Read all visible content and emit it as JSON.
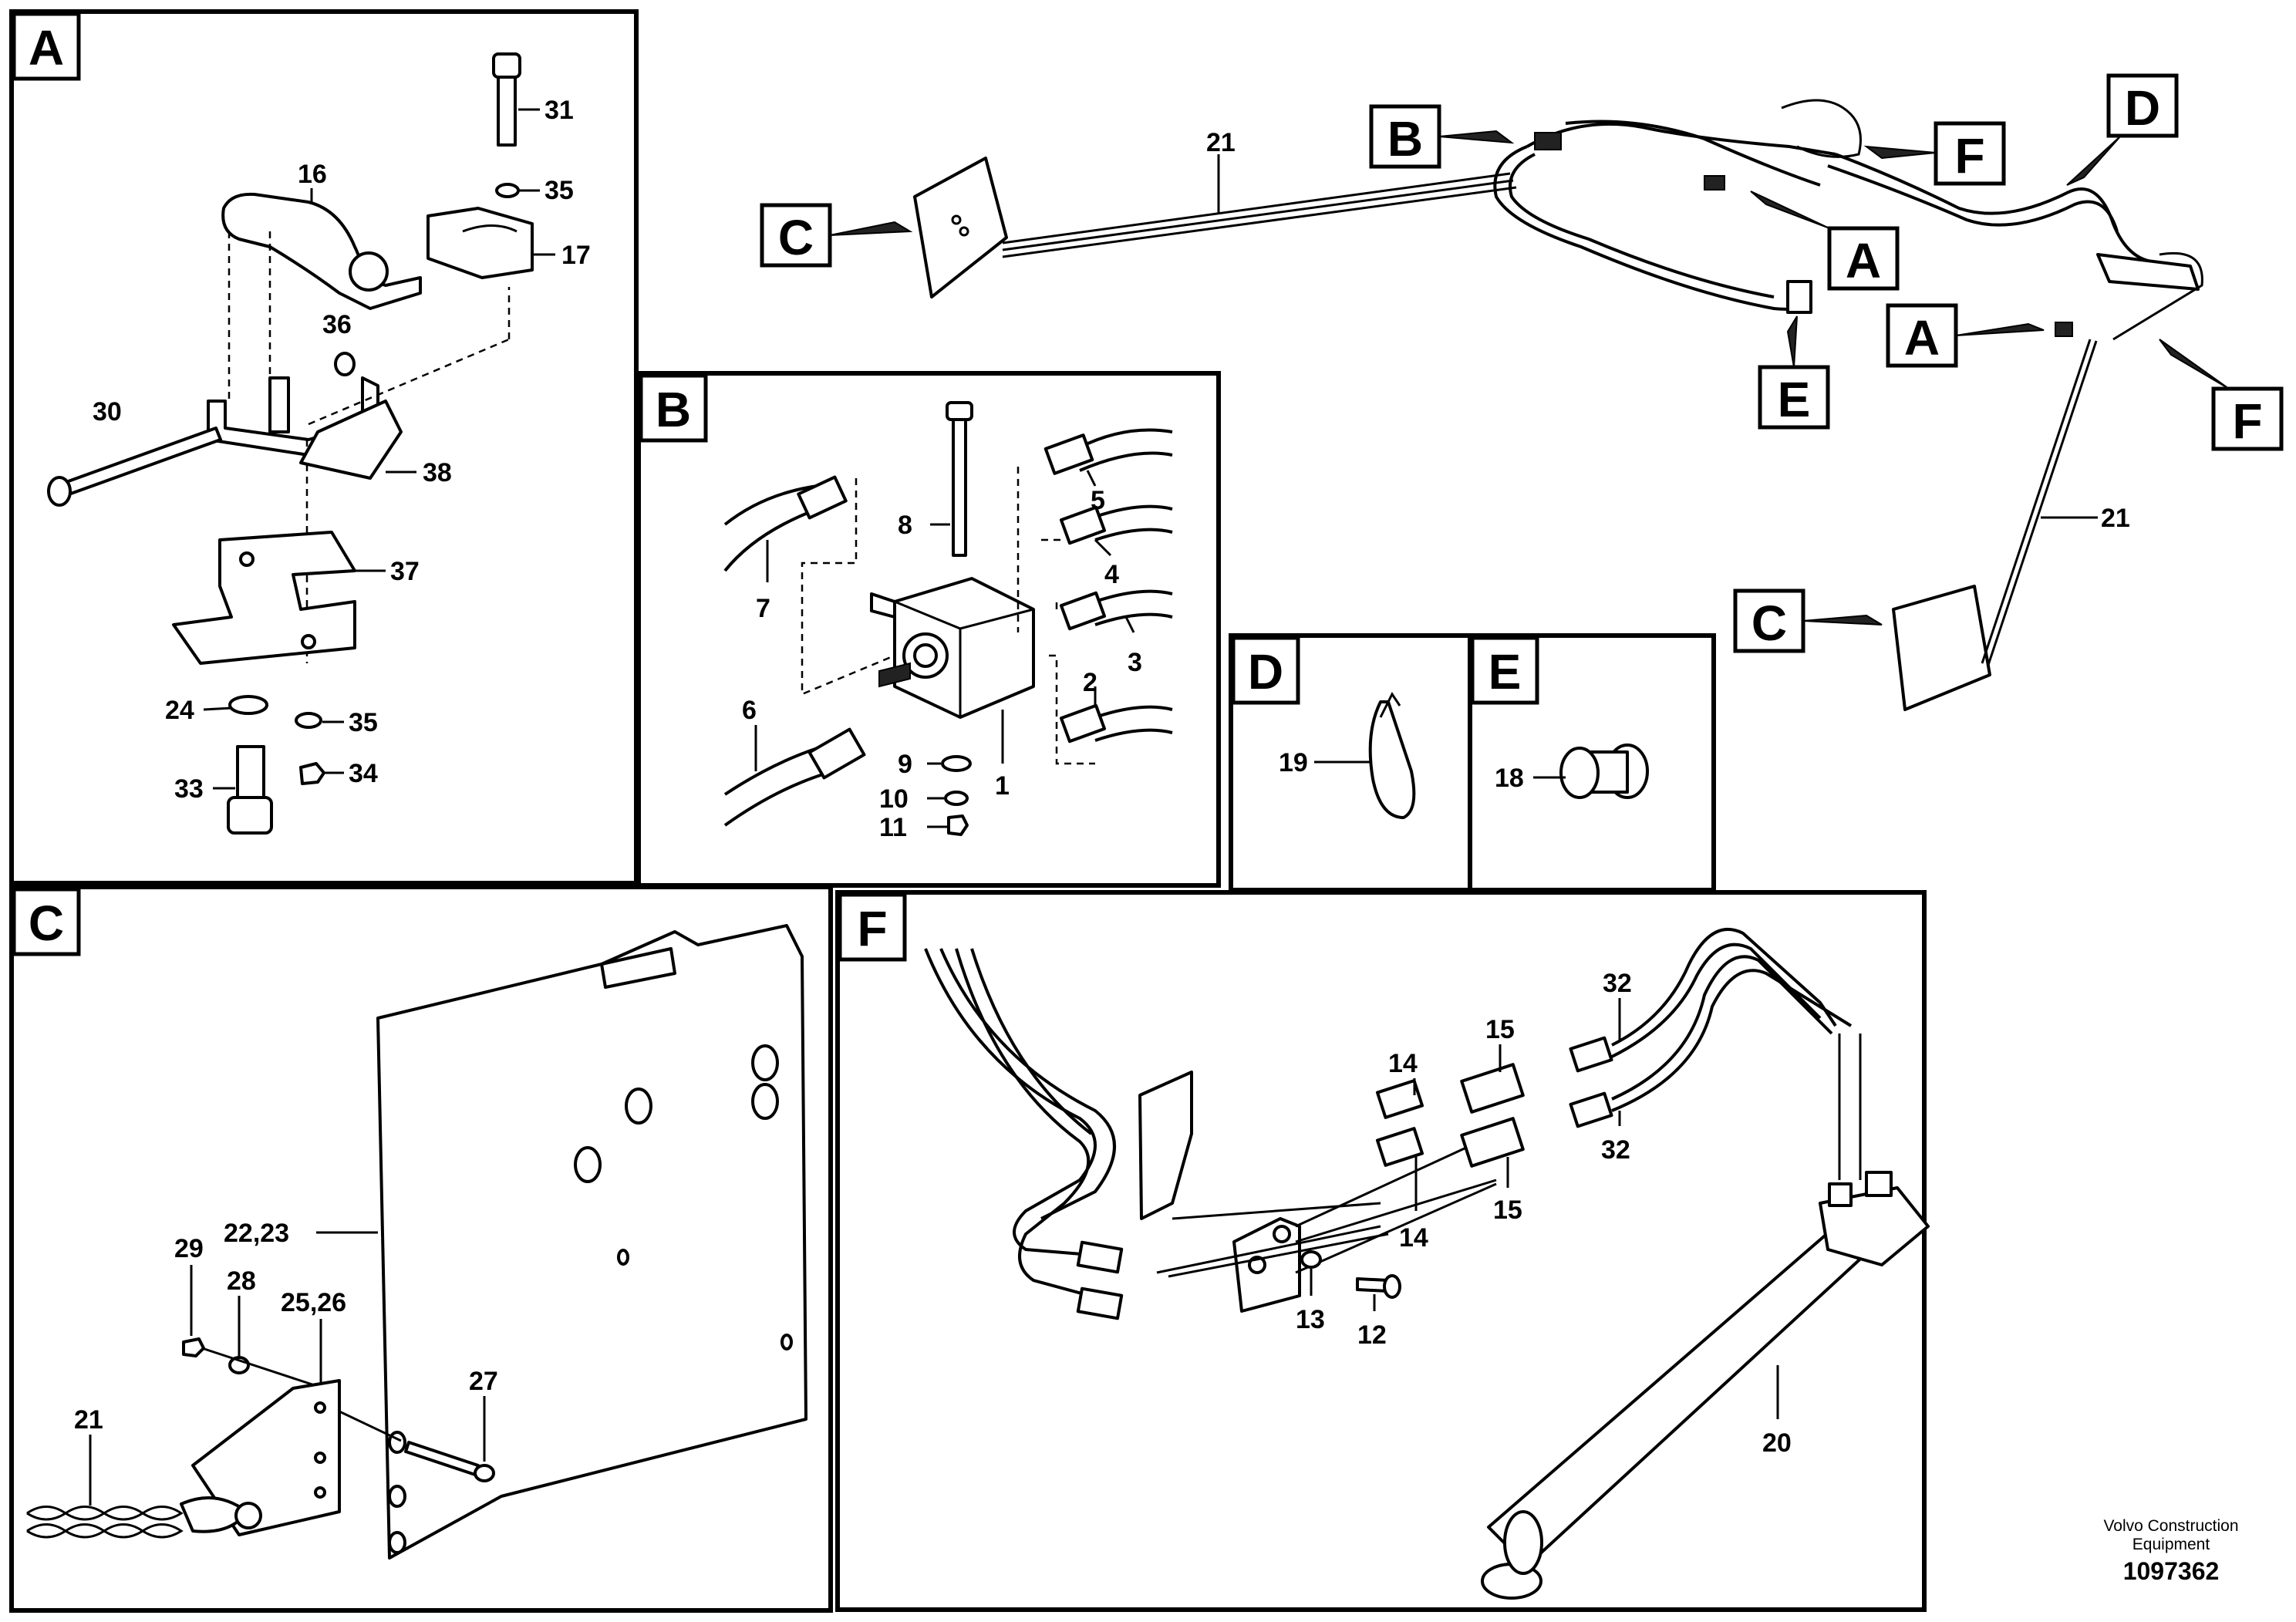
{
  "panels": {
    "A": {
      "tag": "A",
      "labels": [
        "31",
        "16",
        "35",
        "17",
        "36",
        "30",
        "38",
        "37",
        "24",
        "35",
        "33",
        "34"
      ]
    },
    "B": {
      "tag": "B",
      "labels": [
        "8",
        "5",
        "7",
        "4",
        "3",
        "2",
        "6",
        "9",
        "1",
        "10",
        "11"
      ]
    },
    "C": {
      "tag": "C",
      "labels": [
        "22,23",
        "29",
        "28",
        "25,26",
        "27",
        "21"
      ]
    },
    "D": {
      "tag": "D",
      "labels": [
        "19"
      ]
    },
    "E": {
      "tag": "E",
      "labels": [
        "18"
      ]
    },
    "F": {
      "tag": "F",
      "labels": [
        "32",
        "15",
        "14",
        "32",
        "15",
        "14",
        "13",
        "12",
        "20"
      ]
    }
  },
  "overview": {
    "callouts": [
      "B",
      "F",
      "D",
      "C",
      "A",
      "A",
      "E",
      "F",
      "C"
    ],
    "labels": [
      "21",
      "21"
    ]
  },
  "footer": {
    "company_line1": "Volvo Construction",
    "company_line2": "Equipment",
    "drawing_number": "1097362"
  }
}
